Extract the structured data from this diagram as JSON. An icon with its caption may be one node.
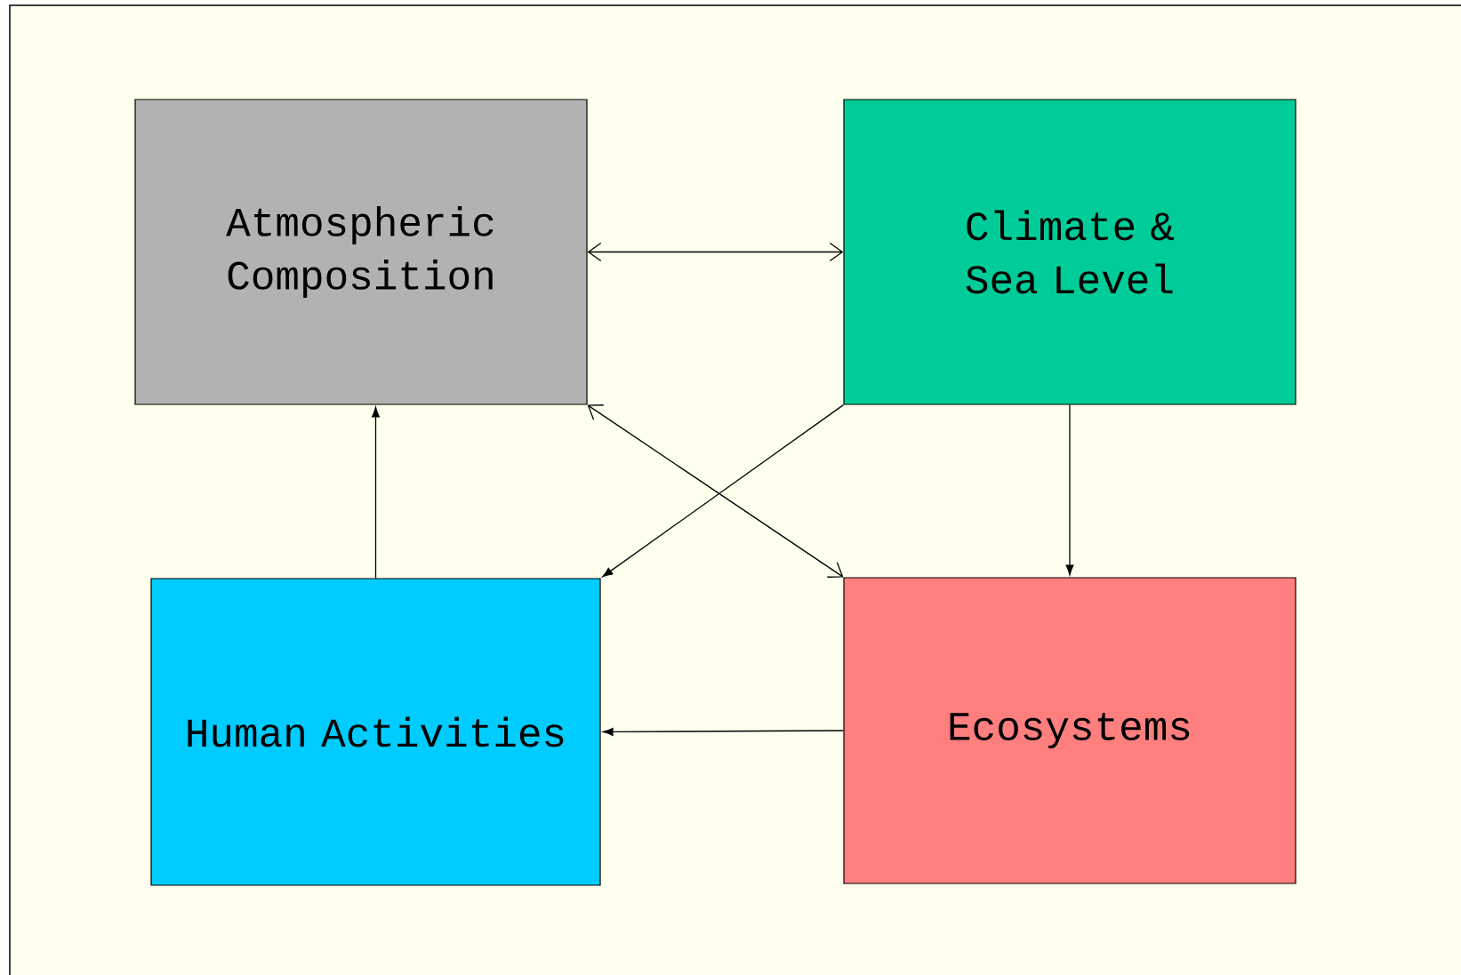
{
  "diagram": {
    "nodes": [
      {
        "text": [
          "Atmospheric Composition"
        ]
      },
      {
        "text": [
          "Climate & Sea Level"
        ]
      },
      {
        "text": [
          "Human Activities"
        ]
      },
      {
        "text": [
          "Ecosystems"
        ]
      }
    ],
    "edges": [
      {
        "from": 0,
        "to": 1,
        "arrow": "both"
      },
      {
        "from": 0,
        "to": 3,
        "arrow": "both"
      },
      {
        "from": 1,
        "to": 2,
        "arrow": "to"
      },
      {
        "from": 1,
        "to": 3,
        "arrow": "to"
      },
      {
        "from": 2,
        "to": 0,
        "arrow": "to"
      },
      {
        "from": 3,
        "to": 2,
        "arrow": "to"
      }
    ]
  }
}
